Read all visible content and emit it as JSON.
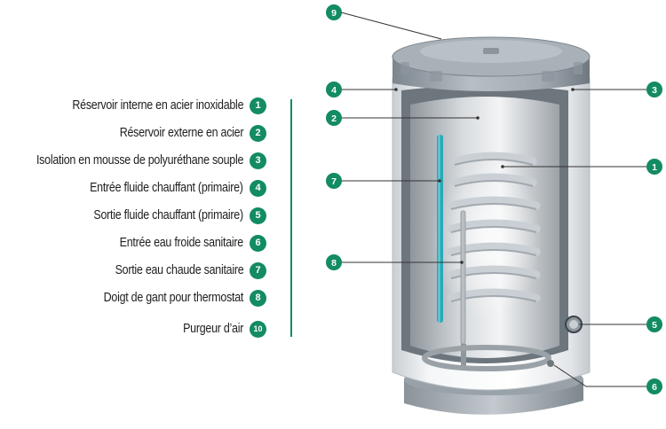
{
  "legend": [
    {
      "label": "Réservoir interne en acier inoxidable",
      "num": "1"
    },
    {
      "label": "Réservoir externe en acier",
      "num": "2"
    },
    {
      "label": "Isolation en mousse de polyuréthane souple",
      "num": "3"
    },
    {
      "label": "Entrée fluide chauffant (primaire)",
      "num": "4"
    },
    {
      "label": "Sortie fluide chauffant (primaire)",
      "num": "5"
    },
    {
      "label": "Entrée eau froide sanitaire",
      "num": "6"
    },
    {
      "label": "Sortie eau chaude sanitaire",
      "num": "7"
    },
    {
      "label": "Doigt de gant pour thermostat",
      "num": "8"
    },
    {
      "label": "Purgeur d’air",
      "num": "10"
    }
  ],
  "callouts": {
    "c9": "9",
    "c4": "4",
    "c3": "3",
    "c2": "2",
    "c1": "1",
    "c7": "7",
    "c8": "8",
    "c5": "5",
    "c6": "6"
  },
  "colors": {
    "accent": "#138b63",
    "tank_shell": "#eef0f2",
    "tank_cap": "#9aa3ab",
    "exchanger_pipe": "#2aa9b7"
  }
}
